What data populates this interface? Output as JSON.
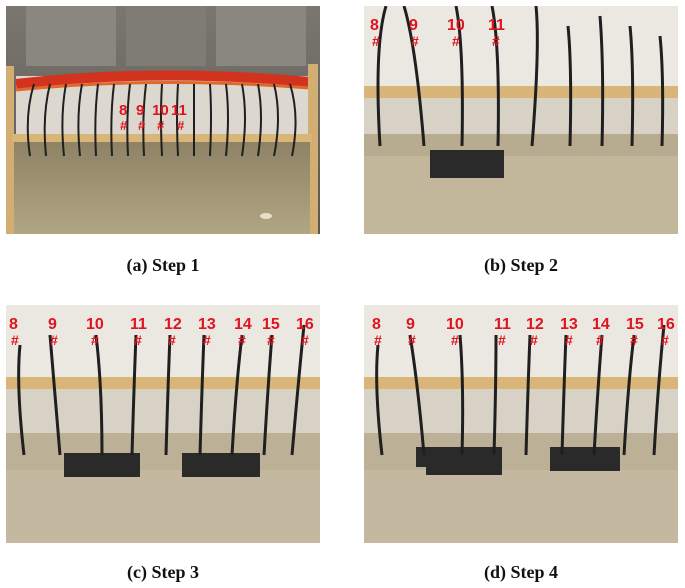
{
  "captions": {
    "a": "(a) Step 1",
    "b": "(b) Step 2",
    "c": "(c) Step 3",
    "d": "(d) Step 4"
  },
  "panels": {
    "a": {
      "labels": [
        "8",
        "9",
        "10",
        "11"
      ],
      "hash": "#"
    },
    "b": {
      "labels": [
        "8",
        "9",
        "10",
        "11"
      ],
      "hash": "#"
    },
    "c": {
      "labels": [
        "8",
        "9",
        "10",
        "11",
        "12",
        "13",
        "14",
        "15",
        "16"
      ],
      "hash": "#"
    },
    "d": {
      "labels": [
        "8",
        "9",
        "10",
        "11",
        "12",
        "13",
        "14",
        "15",
        "16"
      ],
      "hash": "#"
    }
  },
  "colors": {
    "label_red": "#e0141e",
    "water": "#b9ad93",
    "wood": "#d9b57a",
    "wall": "#e9e6e0",
    "block": "#2a2a2a"
  }
}
